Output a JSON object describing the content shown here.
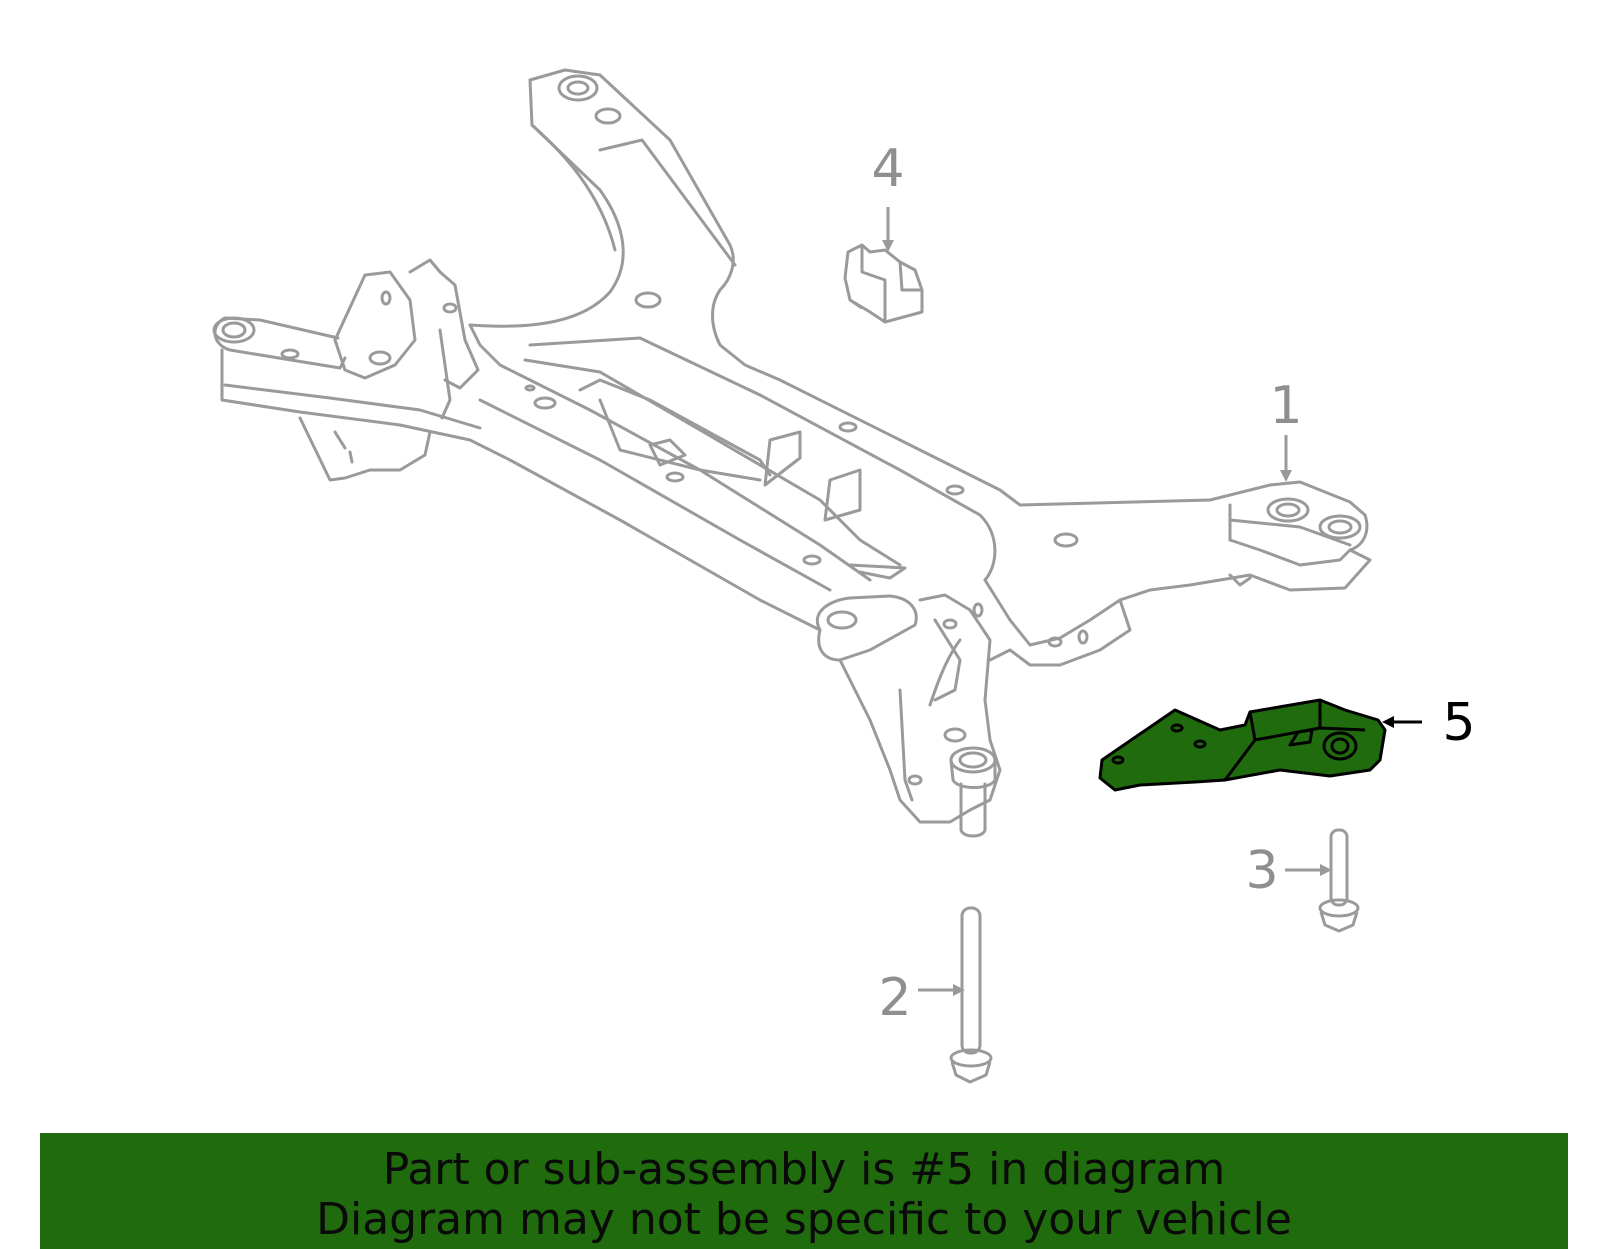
{
  "diagram": {
    "callouts": [
      {
        "number": "1",
        "part": "crossmember"
      },
      {
        "number": "2",
        "part": "long-bolt"
      },
      {
        "number": "3",
        "part": "short-bolt"
      },
      {
        "number": "4",
        "part": "bushing"
      },
      {
        "number": "5",
        "part": "bracket",
        "highlighted": true
      }
    ],
    "colors": {
      "line": "#9a9a9a",
      "highlight_fill": "#1f6b0d",
      "highlight_stroke": "#000000",
      "banner": "#1f6b0d"
    }
  },
  "banner": {
    "line1": "Part or sub-assembly is #5 in diagram",
    "line2": "Diagram may not be specific to your vehicle"
  }
}
